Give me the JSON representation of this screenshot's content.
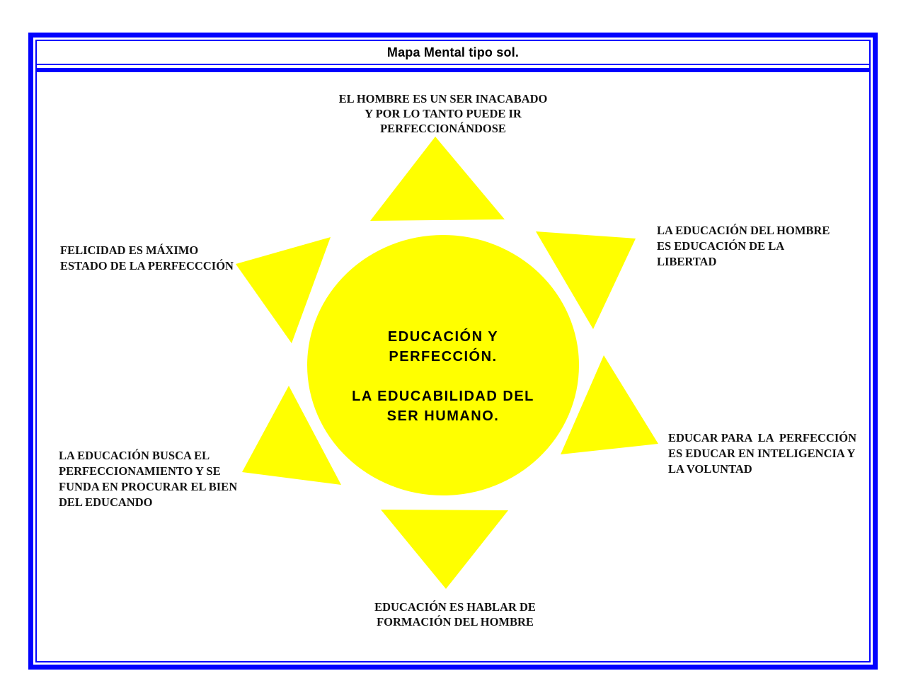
{
  "colors": {
    "border_blue": "#0202fe",
    "sun_yellow": "#ffff00"
  },
  "title_bar": {
    "title": "Mapa Mental tipo sol."
  },
  "sun": {
    "center_text": "EDUCACIÓN Y\nPERFECCIÓN.\n\nLA EDUCABILIDAD DEL\nSER HUMANO."
  },
  "labels": {
    "top": "EL HOMBRE ES UN SER INACABADO\nY POR LO TANTO PUEDE IR\nPERFECCIONÁNDOSE",
    "upper_left": "FELICIDAD ES MÁXIMO\nESTADO DE LA PERFECCCIÓN",
    "upper_right": "LA EDUCACIÓN DEL HOMBRE\nES EDUCACIÓN DE LA\nLIBERTAD",
    "lower_left": "LA EDUCACIÓN BUSCA EL\nPERFECCIONAMIENTO Y SE\nFUNDA EN PROCURAR EL BIEN\nDEL EDUCANDO",
    "lower_right": "EDUCAR PARA  LA  PERFECCIÓN\nES EDUCAR EN INTELIGENCIA Y\nLA VOLUNTAD",
    "bottom": "EDUCACIÓN ES HABLAR DE\nFORMACIÓN DEL HOMBRE"
  }
}
